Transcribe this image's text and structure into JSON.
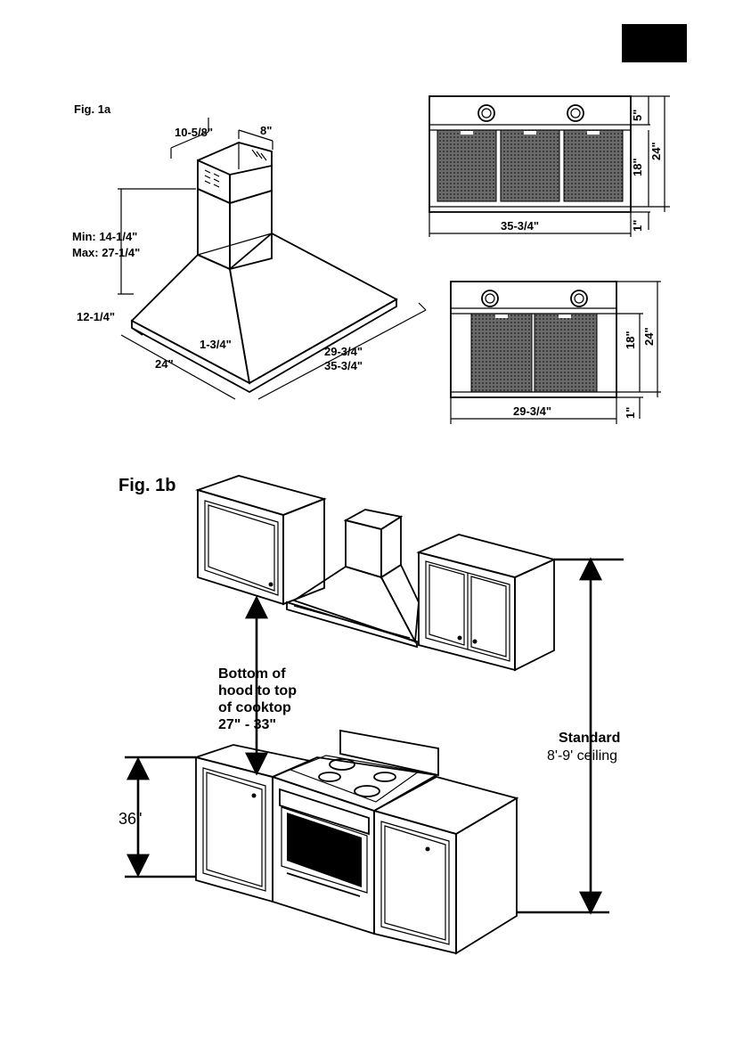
{
  "fig1a": {
    "title": "Fig. 1a",
    "dims": {
      "chimney_width": "10-5/8\"",
      "chimney_depth": "8\"",
      "min_height": "Min: 14-1/4\"",
      "max_height": "Max: 27-1/4\"",
      "skirt_height": "12-1/4\"",
      "depth": "24\"",
      "edge": "1-3/4\"",
      "width_small": "29-3/4\"",
      "width_large": "35-3/4\""
    }
  },
  "front_view_large": {
    "top": "5\"",
    "filter": "18\"",
    "total": "24\"",
    "bottom": "1\"",
    "width": "35-3/4\""
  },
  "front_view_small": {
    "filter": "18\"",
    "total": "24\"",
    "bottom": "1\"",
    "width": "29-3/4\""
  },
  "fig1b": {
    "title": "Fig. 1b",
    "clearance_line1": "Bottom of",
    "clearance_line2": "hood to top",
    "clearance_line3": "of cooktop",
    "clearance_line4": "27\" - 33\"",
    "counter_height": "36\"",
    "ceiling_line1": "Standard",
    "ceiling_line2": "8'-9' ceiling"
  }
}
